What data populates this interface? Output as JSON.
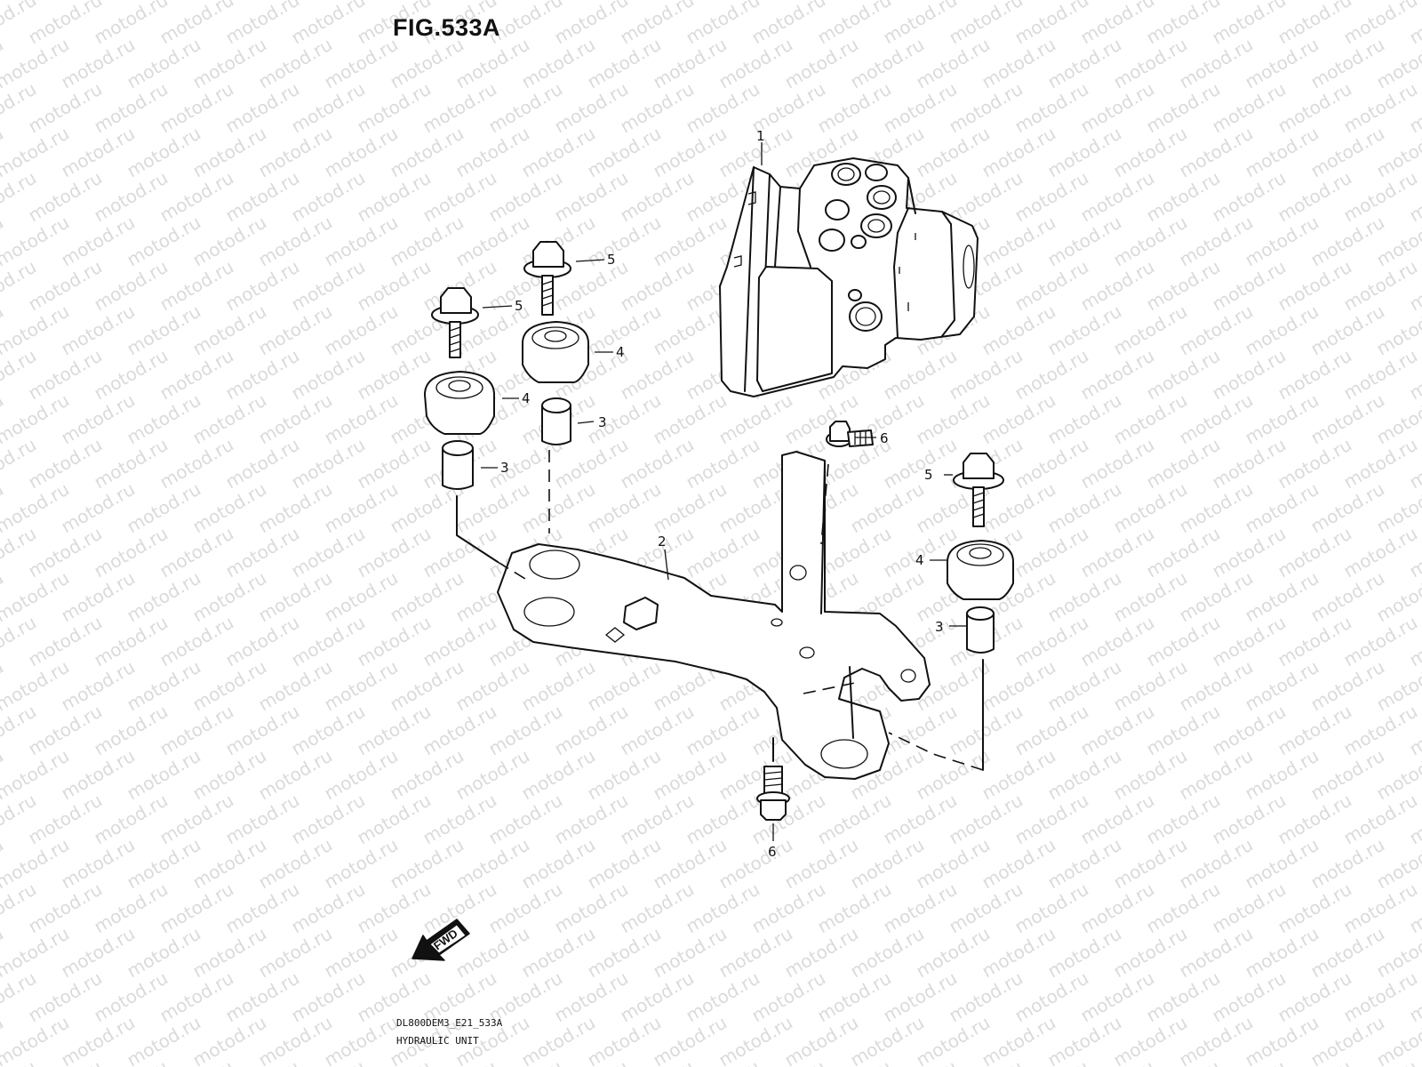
{
  "figure": {
    "title": "FIG.533A",
    "watermark_text": "motod.ru"
  },
  "callouts": [
    {
      "id": "c1",
      "text": "1"
    },
    {
      "id": "c2",
      "text": "2"
    },
    {
      "id": "c3a",
      "text": "3"
    },
    {
      "id": "c3b",
      "text": "3"
    },
    {
      "id": "c3c",
      "text": "3"
    },
    {
      "id": "c4a",
      "text": "4"
    },
    {
      "id": "c4b",
      "text": "4"
    },
    {
      "id": "c4c",
      "text": "4"
    },
    {
      "id": "c5a",
      "text": "5"
    },
    {
      "id": "c5b",
      "text": "5"
    },
    {
      "id": "c5c",
      "text": "5"
    },
    {
      "id": "c6a",
      "text": "6"
    },
    {
      "id": "c6b",
      "text": "6"
    }
  ],
  "direction_arrow": {
    "label": "FWD",
    "icon": "fwd-arrow-icon"
  },
  "footer": {
    "code": "DL800DEM3_E21_533A",
    "caption": "HYDRAULIC UNIT"
  }
}
